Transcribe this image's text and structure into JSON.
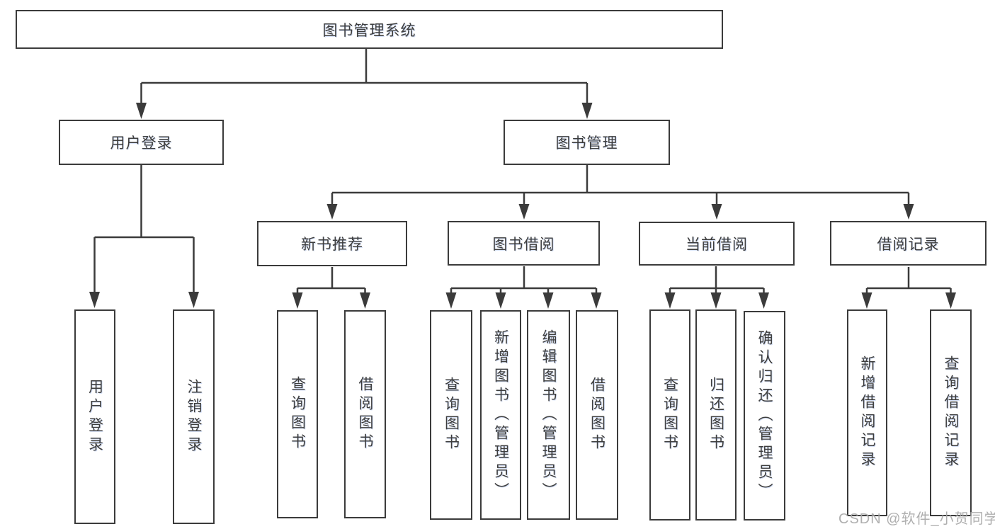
{
  "tree": {
    "root": "图书管理系统",
    "children": [
      {
        "label": "用户登录",
        "children": [
          "用户登录",
          "注销登录"
        ]
      },
      {
        "label": "图书管理",
        "children": [
          {
            "label": "新书推荐",
            "children": [
              "查询图书",
              "借阅图书"
            ]
          },
          {
            "label": "图书借阅",
            "children": [
              "查询图书",
              "新增图书（管理员）",
              "编辑图书（管理员）",
              "借阅图书"
            ]
          },
          {
            "label": "当前借阅",
            "children": [
              "查询图书",
              "归还图书",
              "确认归还（管理员）"
            ]
          },
          {
            "label": "借阅记录",
            "children": [
              "新增借阅记录",
              "查询借阅记录"
            ]
          }
        ]
      }
    ]
  },
  "watermark": {
    "text": "CSDN @软件_小贺同学"
  },
  "colors": {
    "line": "#3b3b3b",
    "box_border": "#3b3b3b",
    "box_fill": "#ffffff",
    "text": "#3d3d3d",
    "watermark": "#a8a8a8",
    "background": "#ffffff"
  }
}
